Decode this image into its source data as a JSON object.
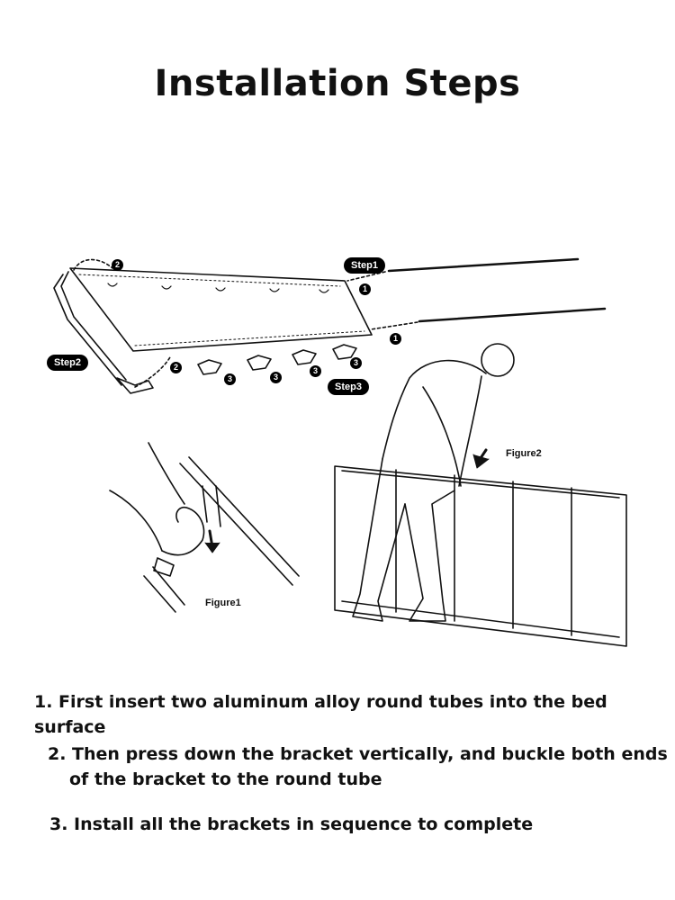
{
  "title": "Installation Steps",
  "badges": {
    "step1": "Step1",
    "step2": "Step2",
    "step3": "Step3"
  },
  "figures": {
    "figure1": "Figure1",
    "figure2": "Figure2"
  },
  "markers": {
    "one": "1",
    "two": "2",
    "three": "3"
  },
  "instructions": {
    "line1": "1. First insert two aluminum alloy round tubes into the bed surface",
    "line2a": "2. Then press down the bracket vertically, and buckle both ends",
    "line2b": "of the bracket to the round tube",
    "line3": "3. Install all the brackets in sequence to complete"
  }
}
